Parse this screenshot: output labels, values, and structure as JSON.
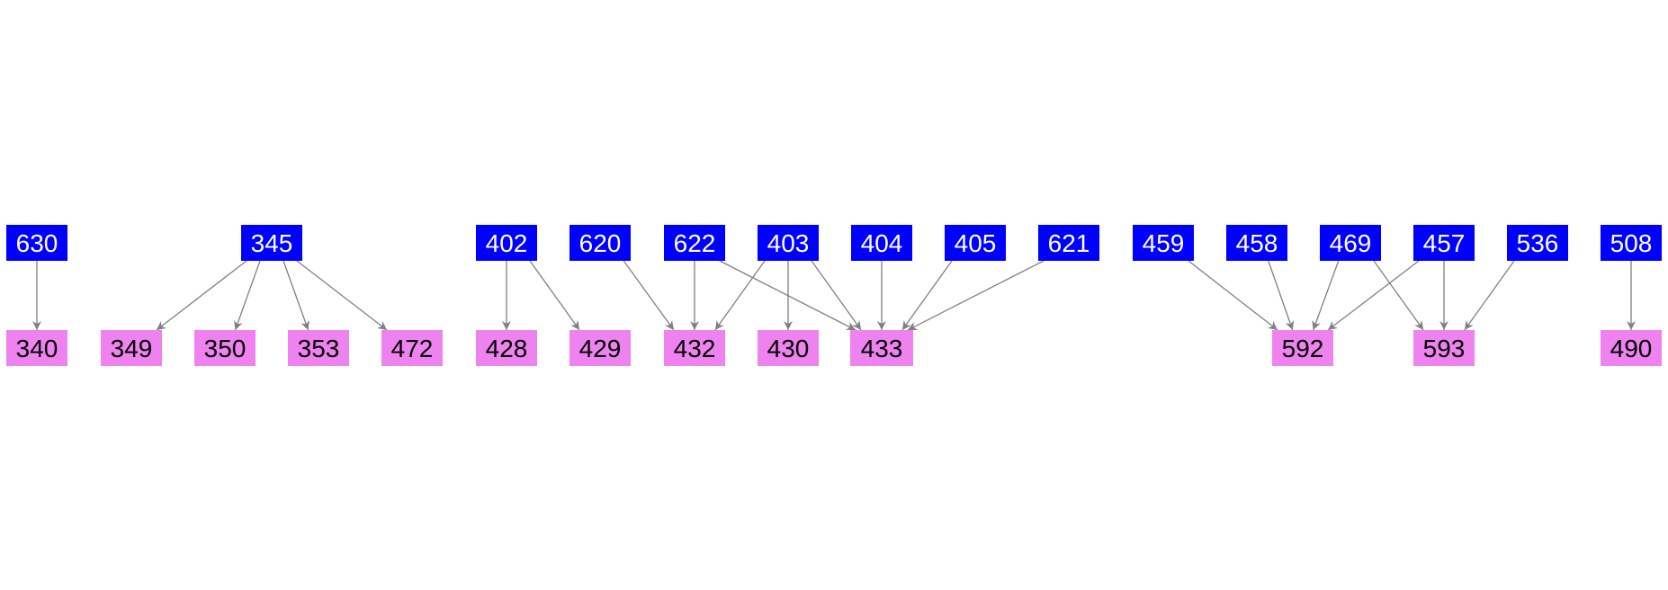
{
  "colors": {
    "source_fill": "#0000ff",
    "source_text": "#ffffff",
    "target_fill": "#ee82ee",
    "target_text": "#000000",
    "edge": "#808080",
    "background": "#ffffff"
  },
  "source_nodes": [
    {
      "id": "630",
      "label": "630"
    },
    {
      "id": "345",
      "label": "345"
    },
    {
      "id": "402",
      "label": "402"
    },
    {
      "id": "620",
      "label": "620"
    },
    {
      "id": "622",
      "label": "622"
    },
    {
      "id": "403",
      "label": "403"
    },
    {
      "id": "404",
      "label": "404"
    },
    {
      "id": "405",
      "label": "405"
    },
    {
      "id": "621",
      "label": "621"
    },
    {
      "id": "459",
      "label": "459"
    },
    {
      "id": "458",
      "label": "458"
    },
    {
      "id": "469",
      "label": "469"
    },
    {
      "id": "457",
      "label": "457"
    },
    {
      "id": "536",
      "label": "536"
    },
    {
      "id": "508",
      "label": "508"
    }
  ],
  "target_nodes": [
    {
      "id": "340",
      "label": "340"
    },
    {
      "id": "349",
      "label": "349"
    },
    {
      "id": "350",
      "label": "350"
    },
    {
      "id": "353",
      "label": "353"
    },
    {
      "id": "472",
      "label": "472"
    },
    {
      "id": "428",
      "label": "428"
    },
    {
      "id": "429",
      "label": "429"
    },
    {
      "id": "432",
      "label": "432"
    },
    {
      "id": "430",
      "label": "430"
    },
    {
      "id": "433",
      "label": "433"
    },
    {
      "id": "592",
      "label": "592"
    },
    {
      "id": "593",
      "label": "593"
    },
    {
      "id": "490",
      "label": "490"
    }
  ],
  "edges": [
    {
      "from": "630",
      "to": "340"
    },
    {
      "from": "345",
      "to": "349"
    },
    {
      "from": "345",
      "to": "350"
    },
    {
      "from": "345",
      "to": "353"
    },
    {
      "from": "345",
      "to": "472"
    },
    {
      "from": "402",
      "to": "428"
    },
    {
      "from": "402",
      "to": "429"
    },
    {
      "from": "620",
      "to": "432"
    },
    {
      "from": "622",
      "to": "432"
    },
    {
      "from": "622",
      "to": "433"
    },
    {
      "from": "403",
      "to": "432"
    },
    {
      "from": "403",
      "to": "430"
    },
    {
      "from": "403",
      "to": "433"
    },
    {
      "from": "404",
      "to": "433"
    },
    {
      "from": "405",
      "to": "433"
    },
    {
      "from": "621",
      "to": "433"
    },
    {
      "from": "459",
      "to": "592"
    },
    {
      "from": "458",
      "to": "592"
    },
    {
      "from": "469",
      "to": "592"
    },
    {
      "from": "469",
      "to": "593"
    },
    {
      "from": "457",
      "to": "592"
    },
    {
      "from": "457",
      "to": "593"
    },
    {
      "from": "536",
      "to": "593"
    },
    {
      "from": "508",
      "to": "490"
    }
  ]
}
